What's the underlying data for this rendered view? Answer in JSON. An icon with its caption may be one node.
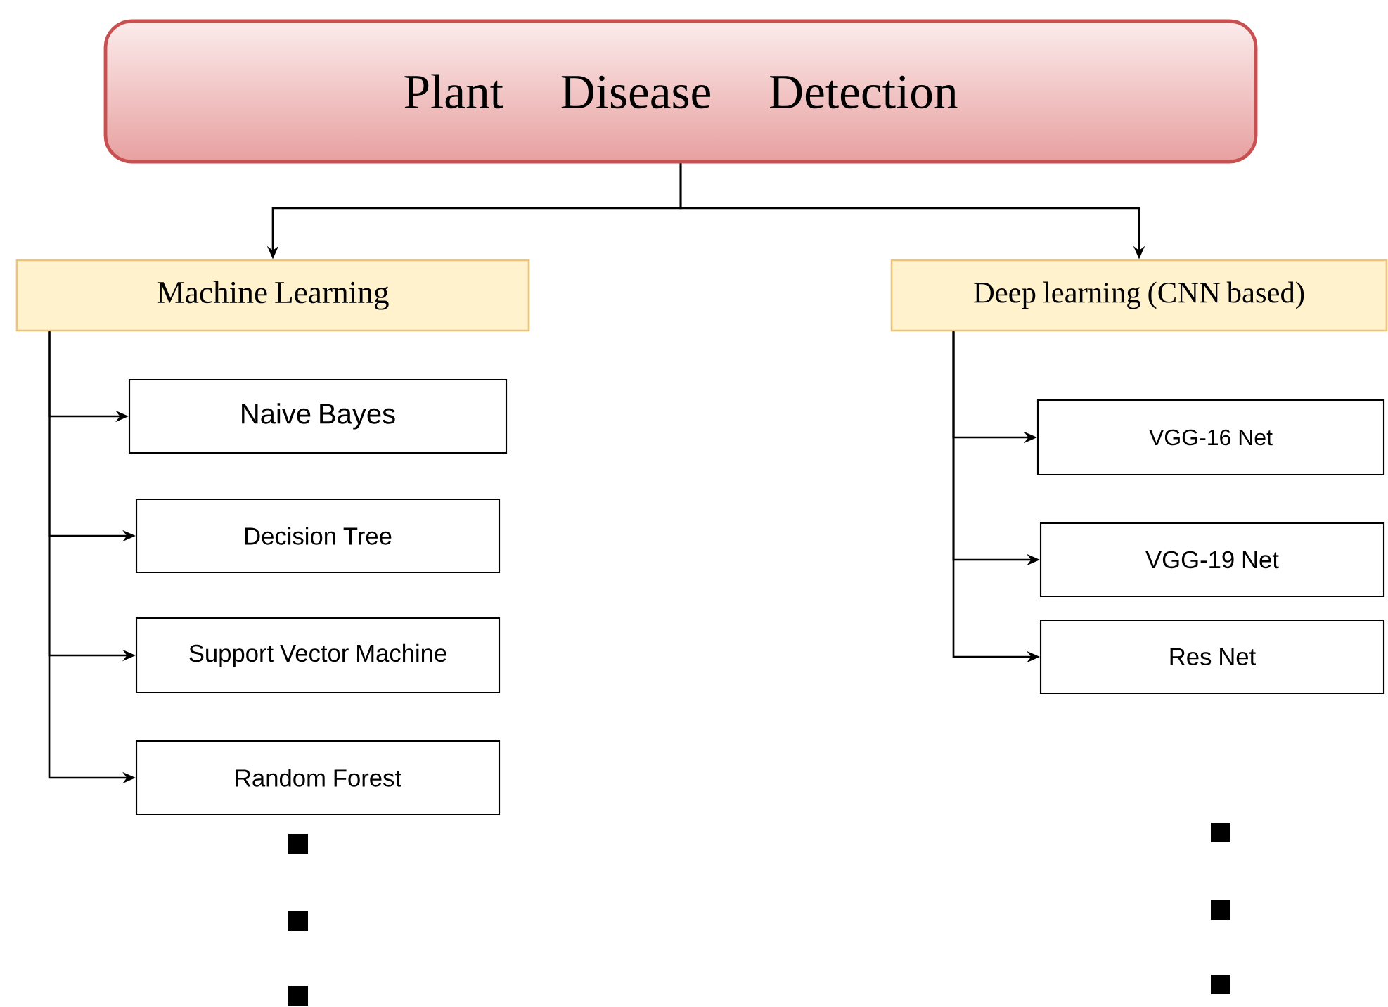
{
  "diagram": {
    "nodes": [
      {
        "text": [
          "Plant Disease Detection"
        ]
      },
      {
        "text": [
          "Machine Learning"
        ]
      },
      {
        "text": [
          "Deep learning (CNN based)"
        ]
      },
      {
        "text": [
          "Naive Bayes"
        ]
      },
      {
        "text": [
          "Decision Tree"
        ]
      },
      {
        "text": [
          "Support Vector Machine"
        ]
      },
      {
        "text": [
          "Random Forest"
        ]
      },
      {
        "text": [
          "VGG-16 Net"
        ]
      },
      {
        "text": [
          "VGG-19 Net"
        ]
      },
      {
        "text": [
          "Res Net"
        ]
      }
    ],
    "edges": [
      {
        "from": 0,
        "to": 1,
        "arrow": "to"
      },
      {
        "from": 0,
        "to": 2,
        "arrow": "to"
      },
      {
        "from": 1,
        "to": 3,
        "arrow": "to"
      },
      {
        "from": 1,
        "to": 4,
        "arrow": "to"
      },
      {
        "from": 1,
        "to": 5,
        "arrow": "to"
      },
      {
        "from": 1,
        "to": 6,
        "arrow": "to"
      },
      {
        "from": 2,
        "to": 7,
        "arrow": "to"
      },
      {
        "from": 2,
        "to": 8,
        "arrow": "to"
      },
      {
        "from": 2,
        "to": 9,
        "arrow": "to"
      }
    ]
  }
}
